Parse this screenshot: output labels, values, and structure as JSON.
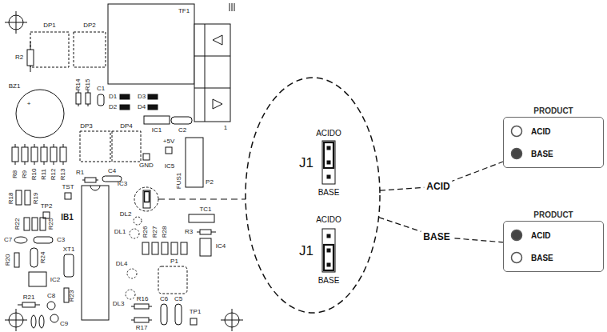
{
  "diagram": {
    "nodes": [
      {
        "text": [
          "ACIDO",
          "J1",
          "BASE",
          "ACIDO",
          "J1",
          "BASE"
        ]
      },
      {
        "text": [
          "PRODUCT",
          "ACID",
          "BASE"
        ]
      },
      {
        "text": [
          "PRODUCT",
          "ACID",
          "BASE"
        ]
      }
    ],
    "edges": [
      {
        "from": 0,
        "to": 1,
        "arrow": "none",
        "label": "ACID"
      },
      {
        "from": 0,
        "to": 2,
        "arrow": "none",
        "label": "BASE"
      }
    ],
    "labels": [
      "DP1",
      "DP2",
      "TF1",
      "R2",
      "BZ1",
      "+",
      "R14",
      "R15",
      "C1",
      "D1",
      "D2",
      "D3",
      "D4",
      "IC1",
      "C2",
      "DP3",
      "DP4",
      "+5V",
      "GND",
      "IC5",
      "P2",
      "FUS1",
      "R8",
      "R9",
      "R10",
      "R11",
      "R12",
      "R13",
      "R1",
      "C4",
      "TST",
      "R18",
      "R19",
      "TP2",
      "IC3",
      "DL2",
      "DL1",
      "R22",
      "R25",
      "IB1",
      "C7",
      "C3",
      "R20",
      "R24",
      "XT1",
      "IC2",
      "R21",
      "C8",
      "R23",
      "C9",
      "DL4",
      "DL3",
      "R16",
      "R17",
      "C6",
      "C5",
      "TP1",
      "P1",
      "TC1",
      "R3",
      "IC4",
      "R26",
      "R27",
      "R28",
      "1"
    ]
  }
}
